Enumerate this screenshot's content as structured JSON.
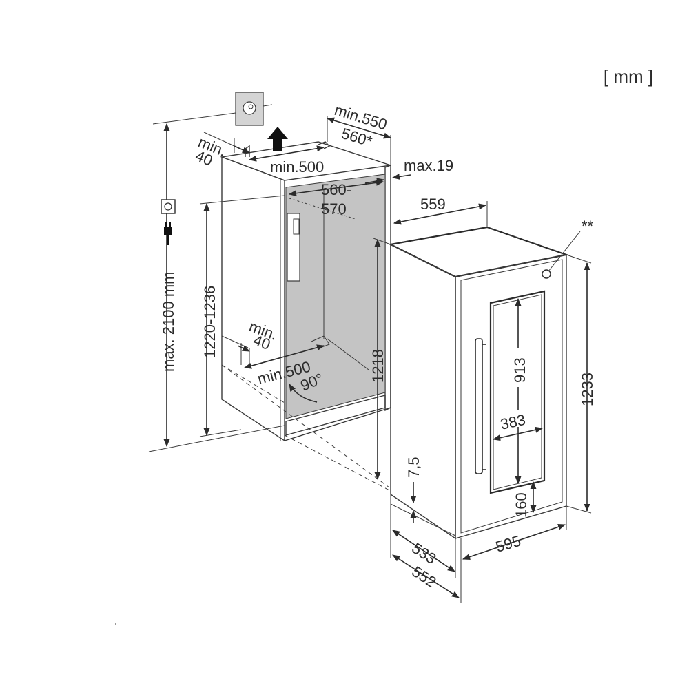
{
  "unit_label": "[ mm ]",
  "niche": {
    "width_min": "min.550",
    "width_alt": "560*",
    "top_vent_depth": "min.500",
    "top_vent_gap_a": "min.",
    "top_vent_gap_b": "40",
    "panel_thickness": "max.19",
    "inner_width_a": "560-",
    "inner_width_b": "570",
    "bottom_vent_gap_a": "min.",
    "bottom_vent_gap_b": "40",
    "bottom_vent_depth": "min.500",
    "angle": "90°",
    "niche_height": "1220-1236",
    "max_height": "max. 2100 mm"
  },
  "appliance": {
    "depth": "559",
    "door_height": "1218",
    "height": "1233",
    "glass_height": "913",
    "glass_width": "383",
    "plinth_gap": "7,5",
    "bottom_offset": "160",
    "depth_body": "533",
    "depth_total": "552",
    "width": "595",
    "footnote_mark": "**"
  },
  "icons": [
    "ventilation-grille-icon",
    "air-flow-arrow-icon",
    "power-socket-icon",
    "power-plug-icon"
  ]
}
